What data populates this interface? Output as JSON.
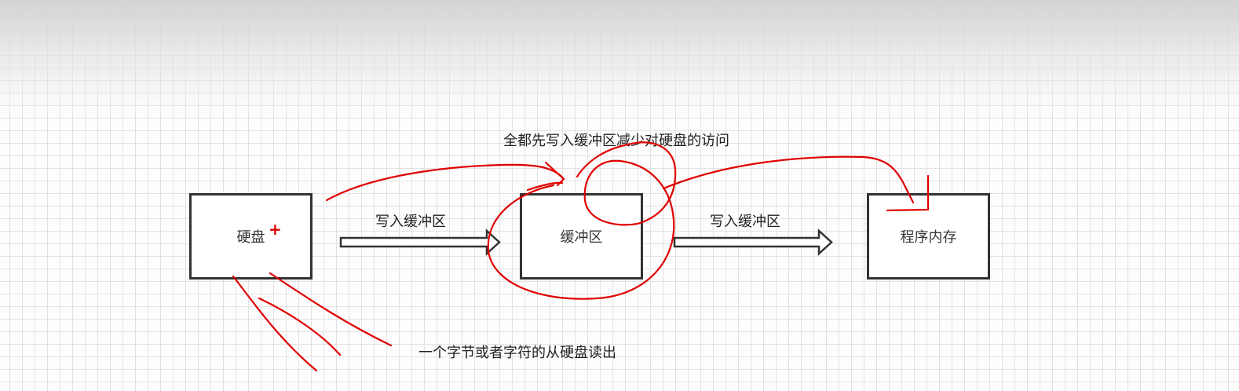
{
  "nodes": {
    "disk": "硬盘",
    "buffer": "缓冲区",
    "memory": "程序内存"
  },
  "edges": {
    "disk_to_buffer": "写入缓冲区",
    "buffer_to_memory": "写入缓冲区"
  },
  "annotations": {
    "top_note": "全都先写入缓冲区减少对硬盘的访问",
    "bottom_note": "一个字节或者字符的从硬盘读出",
    "plus_mark": "+"
  },
  "colors": {
    "box_border": "#333333",
    "arrow_stroke": "#333333",
    "handwriting": "#e00000",
    "grid": "#e2e2e2"
  }
}
